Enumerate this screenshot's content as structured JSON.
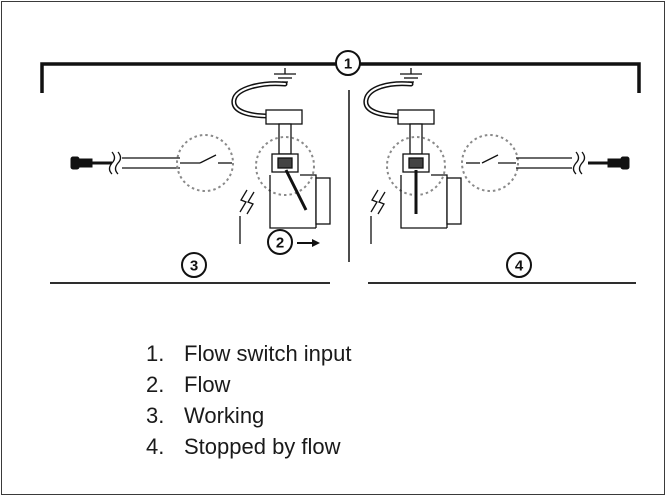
{
  "callouts": {
    "c1": "1",
    "c2": "2",
    "c3": "3",
    "c4": "4"
  },
  "legend": [
    {
      "num": "1.",
      "text": "Flow switch input"
    },
    {
      "num": "2.",
      "text": "Flow"
    },
    {
      "num": "3.",
      "text": "Working"
    },
    {
      "num": "4.",
      "text": "Stopped by flow"
    }
  ],
  "colors": {
    "line": "#111111",
    "dotted": "#8a8a8a",
    "border": "#3a3a3a"
  }
}
